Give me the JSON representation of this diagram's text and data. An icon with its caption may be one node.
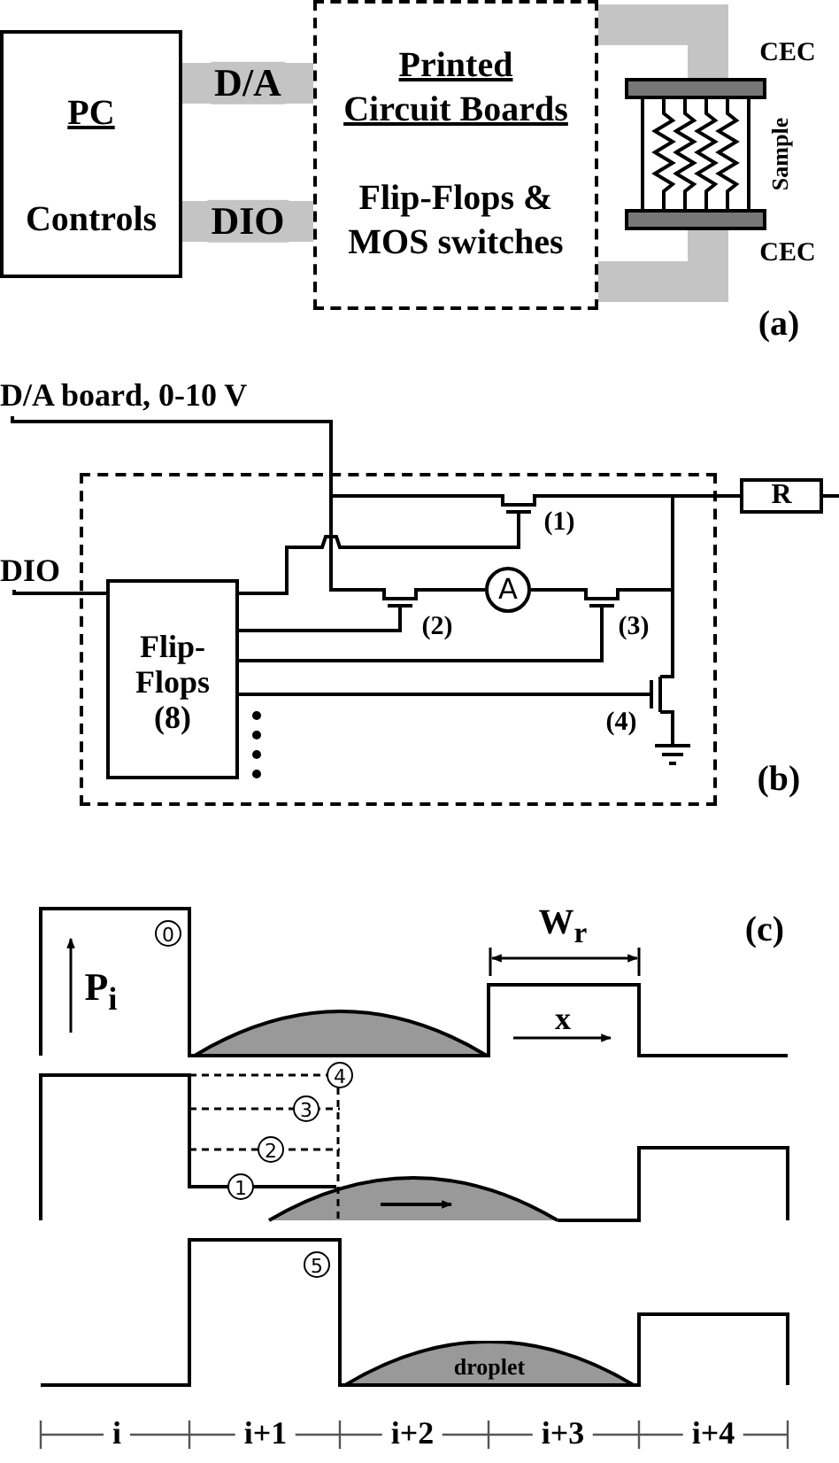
{
  "diagram": {
    "nodes": [
      {
        "text": [
          "PC",
          "Controls"
        ]
      },
      {
        "text": [
          "Printed Circuit Boards",
          "Flip-Flops & MOS switches"
        ]
      },
      {
        "text": [],
        "shape": "picture",
        "beside": [
          "CEC",
          "Sample",
          "CEC"
        ]
      },
      {
        "text": [
          "D/A board, 0-10 V"
        ]
      },
      {
        "text": [],
        "shape": "box"
      },
      {
        "text": [
          "DIO"
        ]
      },
      {
        "text": [
          "Flip- Flops (8)"
        ],
        "in": 4
      },
      {
        "text": [],
        "shape": "transistor",
        "beside": [
          "(1)"
        ],
        "in": 4
      },
      {
        "text": [],
        "shape": "transistor",
        "beside": [
          "(2)"
        ],
        "in": 4
      },
      {
        "text": [
          "A"
        ],
        "in": 4
      },
      {
        "text": [],
        "shape": "transistor",
        "beside": [
          "(3)"
        ],
        "in": 4
      },
      {
        "text": [],
        "shape": "transistor",
        "beside": [
          "(4)"
        ],
        "in": 4
      },
      {
        "text": [],
        "shape": "ground",
        "in": 4
      },
      {
        "text": [
          "R"
        ]
      },
      {
        "text": [
          "droplet"
        ]
      }
    ],
    "edges": [
      {
        "from": 0,
        "to": 1,
        "arrow": "none",
        "label": "D/A",
        "style": "thick",
        "color": "#c4c4c4"
      },
      {
        "from": 0,
        "to": 1,
        "arrow": "none",
        "label": "DIO",
        "style": "thick",
        "color": "#c4c4c4"
      },
      {
        "from": 1,
        "to": 2,
        "arrow": "none",
        "style": "thick",
        "color": "#c4c4c4"
      },
      {
        "from": 1,
        "to": 2,
        "arrow": "none",
        "style": "thick",
        "color": "#c4c4c4"
      },
      {
        "from": 3,
        "to": 7,
        "arrow": "none"
      },
      {
        "from": 3,
        "to": 8,
        "arrow": "none"
      },
      {
        "from": 5,
        "to": 6,
        "arrow": "none"
      },
      {
        "from": 6,
        "to": 7,
        "arrow": "none"
      },
      {
        "from": 6,
        "to": 8,
        "arrow": "none"
      },
      {
        "from": 6,
        "to": 10,
        "arrow": "none"
      },
      {
        "from": 6,
        "to": 11,
        "arrow": "none"
      },
      {
        "from": 8,
        "to": 9,
        "arrow": "none"
      },
      {
        "from": 9,
        "to": 10,
        "arrow": "none"
      },
      {
        "from": 7,
        "to": 13,
        "arrow": "none"
      },
      {
        "from": 10,
        "to": 13,
        "arrow": "none"
      },
      {
        "from": 11,
        "to": 13,
        "arrow": "none"
      },
      {
        "from": 11,
        "to": 12,
        "arrow": "none"
      },
      {
        "from": 13,
        "to": null,
        "arrow": "none"
      }
    ],
    "labels": [
      "(a)",
      "(b)",
      "(c)",
      "0",
      "W$_{r}$",
      "P$_{i}$",
      "x",
      "4",
      "3",
      "2",
      "1",
      "5",
      "i",
      "i+1",
      "i+2",
      "i+3",
      "i+4"
    ]
  }
}
